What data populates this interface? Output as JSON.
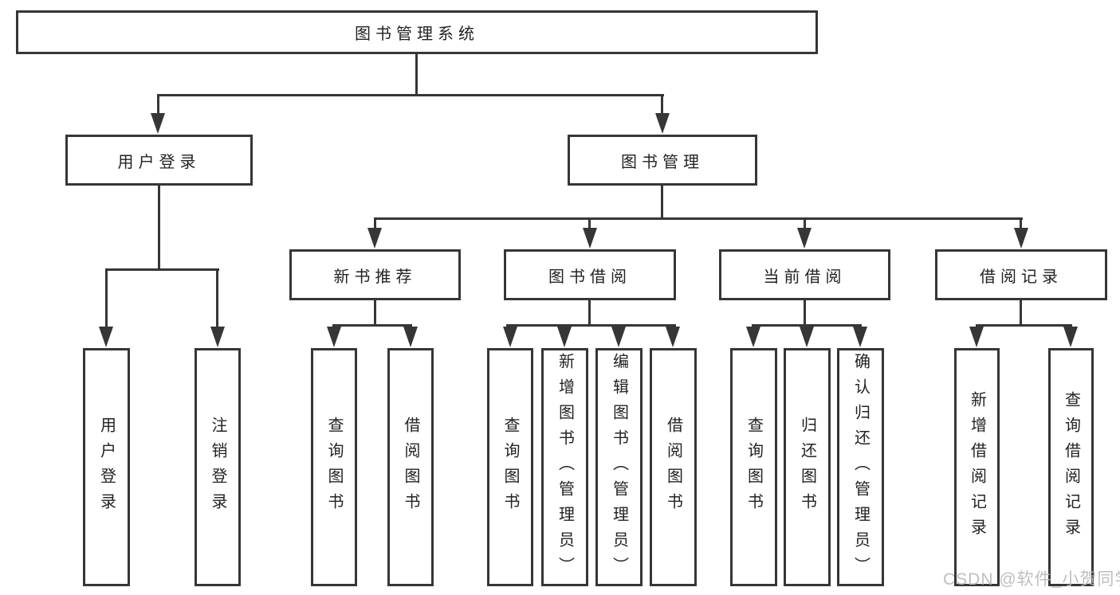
{
  "colors": {
    "line": "#363636",
    "text": "#222222",
    "watermark": "#b9b9b9",
    "background": "#ffffff"
  },
  "diagram": {
    "title": "图书管理系统",
    "branches": [
      {
        "label": "用户登录",
        "children": [
          {
            "label": "用户登录"
          },
          {
            "label": "注销登录"
          }
        ]
      },
      {
        "label": "图书管理",
        "children": [
          {
            "label": "新书推荐",
            "children": [
              {
                "label": "查询图书"
              },
              {
                "label": "借阅图书"
              }
            ]
          },
          {
            "label": "图书借阅",
            "children": [
              {
                "label": "查询图书"
              },
              {
                "label": "新增图书（管理员）"
              },
              {
                "label": "编辑图书（管理员）"
              },
              {
                "label": "借阅图书"
              }
            ]
          },
          {
            "label": "当前借阅",
            "children": [
              {
                "label": "查询图书"
              },
              {
                "label": "归还图书"
              },
              {
                "label": "确认归还（管理员）"
              }
            ]
          },
          {
            "label": "借阅记录",
            "children": [
              {
                "label": "新增借阅记录"
              },
              {
                "label": "查询借阅记录"
              }
            ]
          }
        ]
      }
    ]
  },
  "watermark": {
    "text": "CSDN @软件_小贺同学"
  }
}
